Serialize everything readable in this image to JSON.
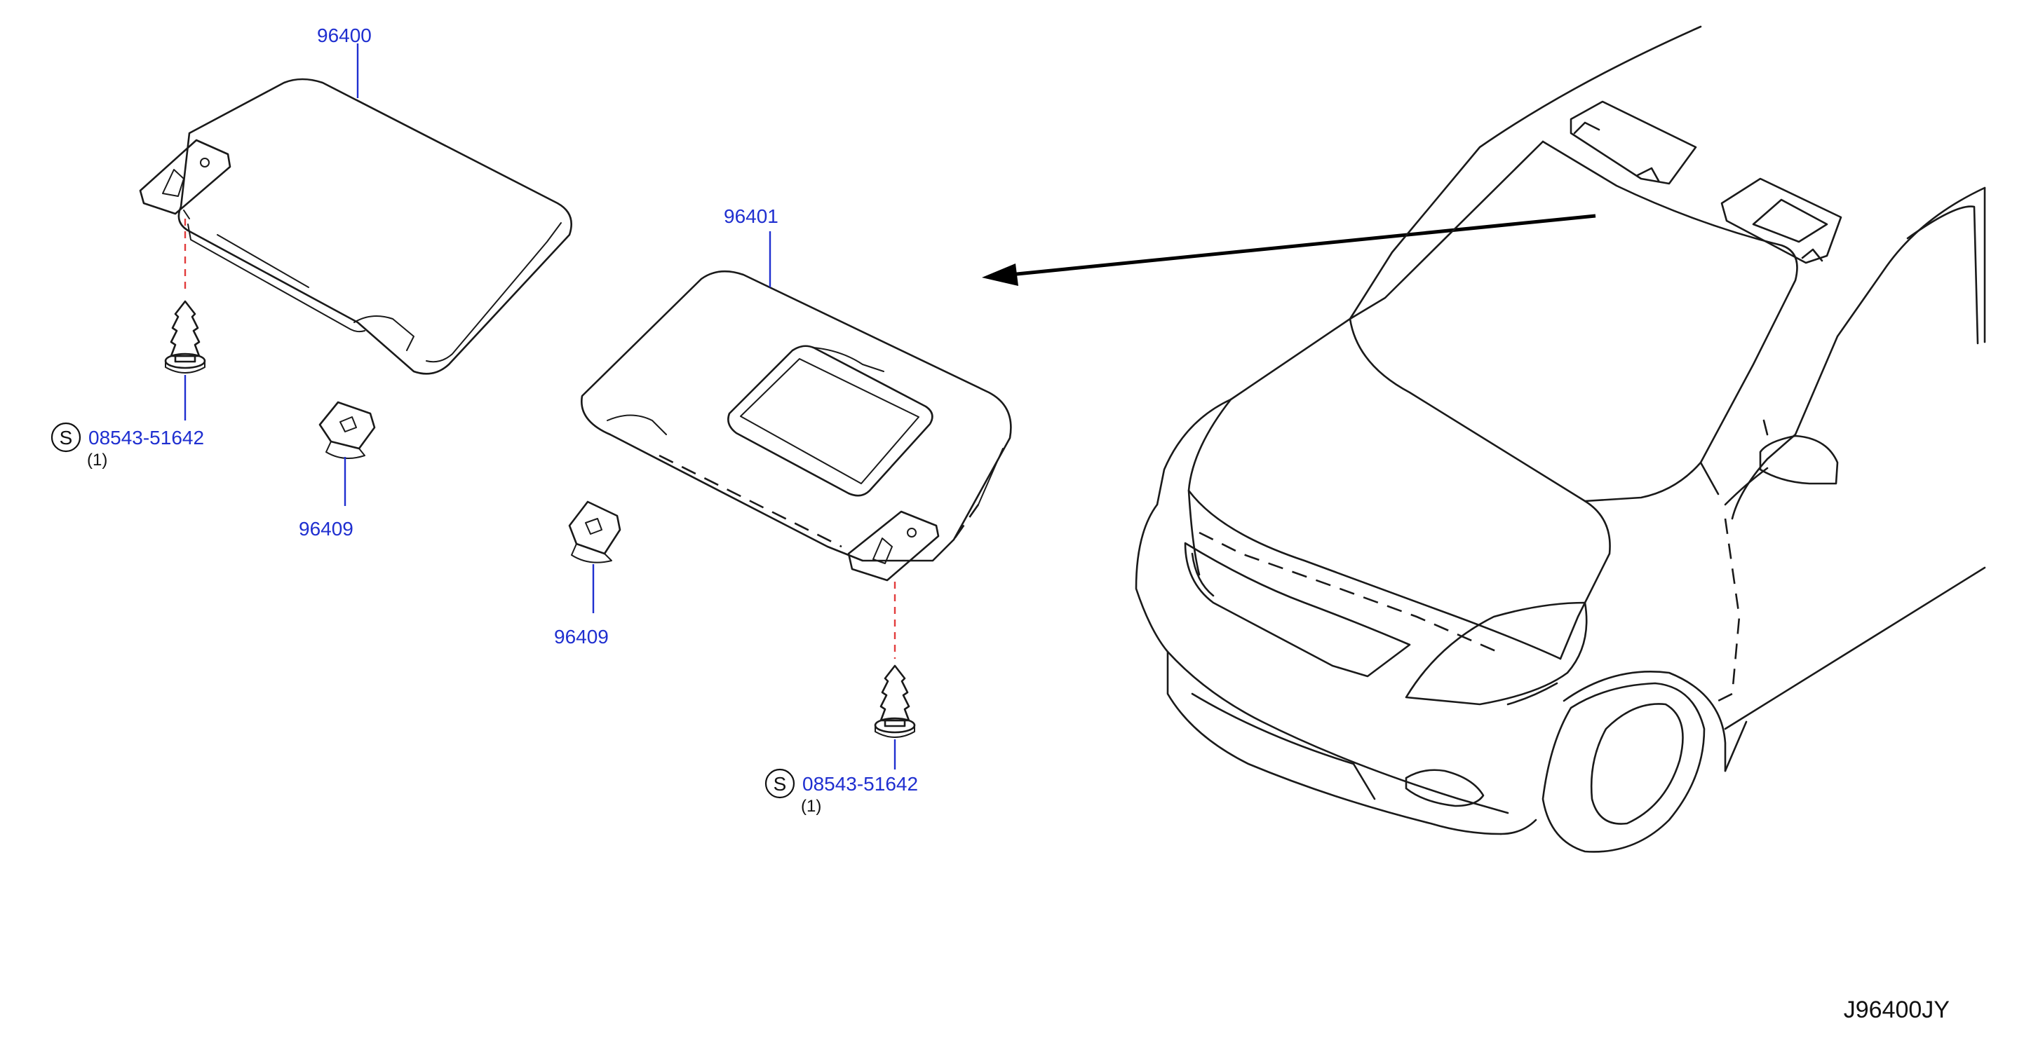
{
  "diagram": {
    "code": "J96400JY",
    "callouts": [
      {
        "id": "visor-left",
        "part_number": "96400"
      },
      {
        "id": "visor-right",
        "part_number": "96401"
      },
      {
        "id": "holder-left",
        "part_number": "96409"
      },
      {
        "id": "holder-right",
        "part_number": "96409"
      },
      {
        "id": "screw-left",
        "part_number": "08543-51642",
        "quantity": "(1)",
        "badge": "S"
      },
      {
        "id": "screw-right",
        "part_number": "08543-51642",
        "quantity": "(1)",
        "badge": "S"
      }
    ]
  },
  "colors": {
    "callout_text": "#1f2fd0",
    "leader_line": "#1f2fd0",
    "assembly_line": "#e23c3c",
    "drawing_line": "#1a1a1a"
  }
}
